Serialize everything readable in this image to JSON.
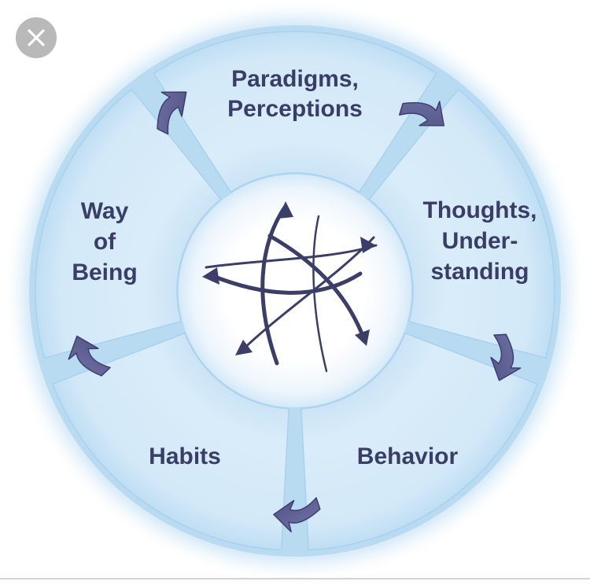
{
  "close_button": {
    "icon": "close-icon"
  },
  "colors": {
    "segment_fill": "#d4eaf8",
    "segment_edge": "#a9d1ee",
    "glow": "#b7d9f2",
    "arrow_fill": "#5b5c8f",
    "arrow_stroke": "#3e3f6e",
    "text": "#3a3d66",
    "hub_arrows": "#3b3e68"
  },
  "segments": [
    {
      "id": "paradigms",
      "lines": [
        "Paradigms,",
        "Perceptions"
      ]
    },
    {
      "id": "thoughts",
      "lines": [
        "Thoughts,",
        "Under-",
        "standing"
      ]
    },
    {
      "id": "behavior",
      "lines": [
        "Behavior"
      ]
    },
    {
      "id": "habits",
      "lines": [
        "Habits"
      ]
    },
    {
      "id": "way-of-being",
      "lines": [
        "Way",
        "of",
        "Being"
      ]
    }
  ],
  "center_symbol": "star-of-arrows-icon"
}
